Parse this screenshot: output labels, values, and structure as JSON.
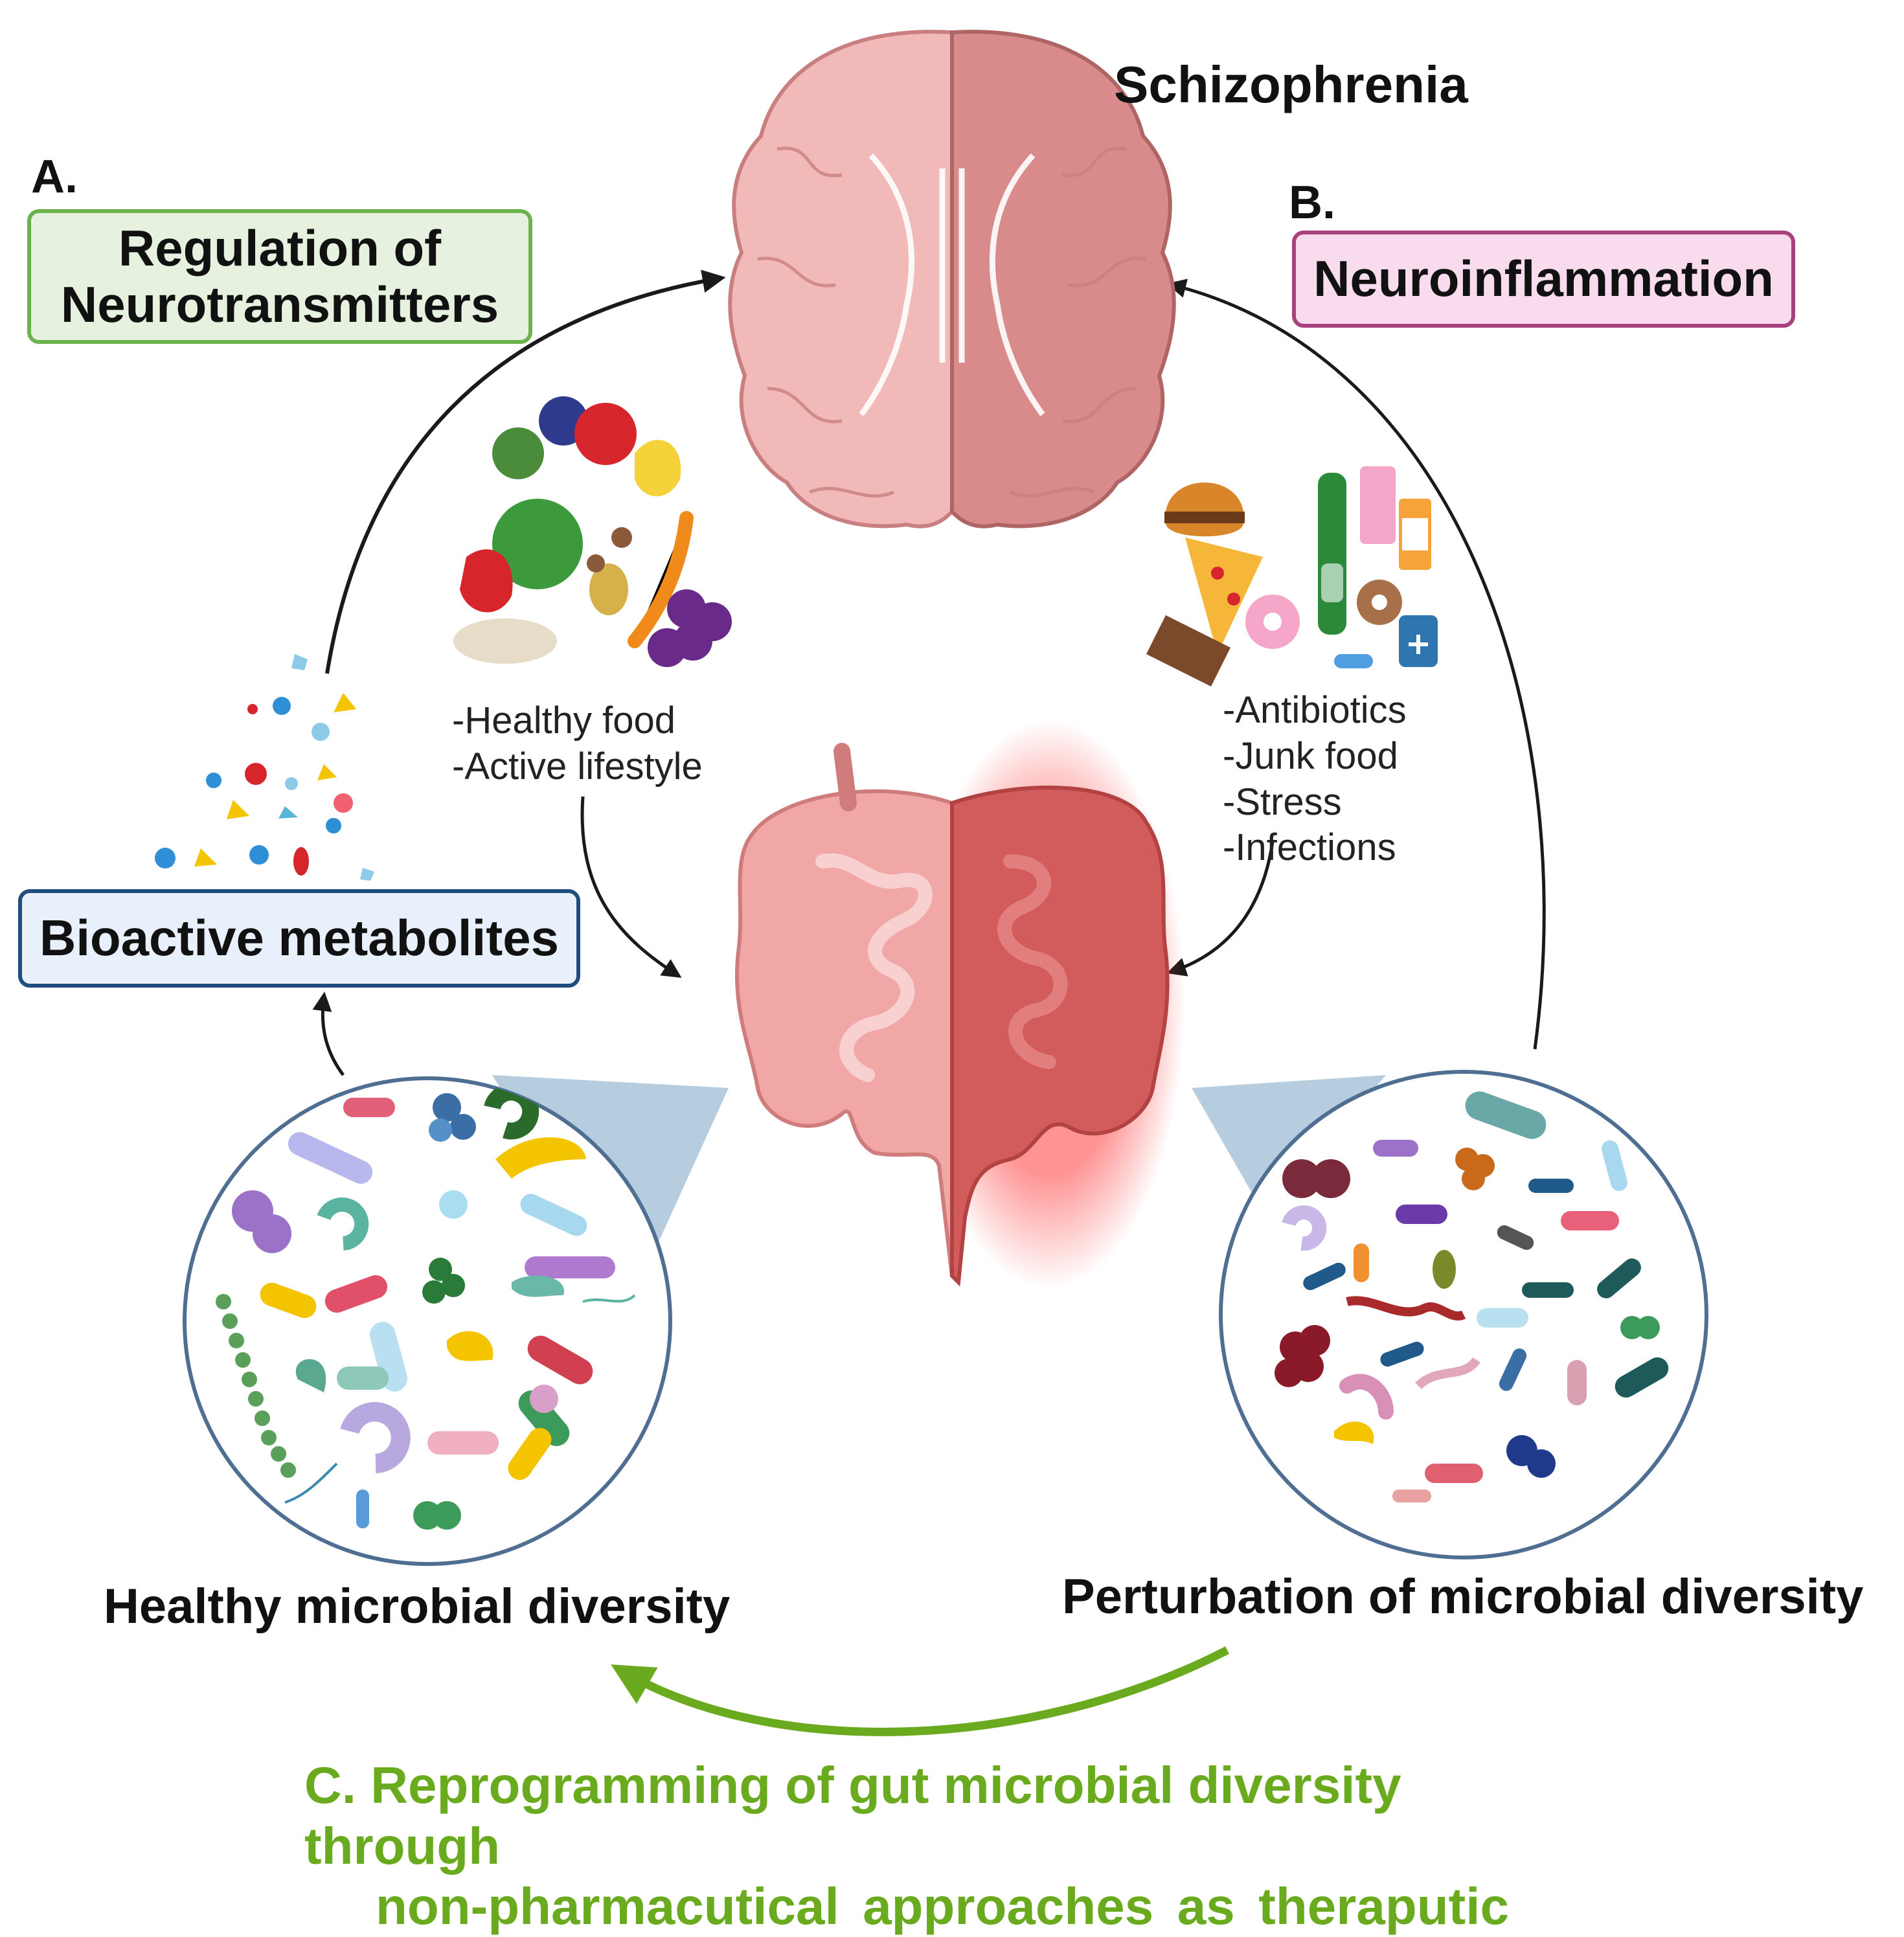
{
  "title": "Schizophrenia",
  "panel_a": {
    "letter": "A.",
    "box_line1": "Regulation of",
    "box_line2": "Neurotransmitters"
  },
  "panel_b": {
    "letter": "B.",
    "box": "Neuroinflammation"
  },
  "metabolites": {
    "box": "Bioactive metabolites"
  },
  "healthy_factors": [
    "-Healthy food",
    "-Active lifestyle"
  ],
  "risk_factors": [
    "-Antibiotics",
    "-Junk food",
    "-Stress",
    "-Infections"
  ],
  "healthy_label": "Healthy microbial diversity",
  "perturbed_label": "Perturbation of microbial diversity",
  "therapy": {
    "line1": "C. Reprogramming of gut microbial diversity through",
    "line2_words": [
      "non-pharmacutical",
      "approaches",
      "as",
      "theraputic"
    ]
  },
  "colors": {
    "healthy_green": "#6db34c",
    "inflammation_pink": "#a8427e",
    "metabolite_blue": "#204d7d",
    "therapy_green": "#6aaa1e",
    "brain_healthy": "#f0b8b8",
    "brain_diseased": "#d97c7c",
    "gut_healthy": "#f3b0b0",
    "gut_inflamed": "#cc4444"
  },
  "icons": [
    "brain-icon",
    "gut-icon",
    "healthy-food-icon",
    "junk-food-icon",
    "metabolite-particles-icon",
    "healthy-microbiome-icon",
    "perturbed-microbiome-icon"
  ]
}
